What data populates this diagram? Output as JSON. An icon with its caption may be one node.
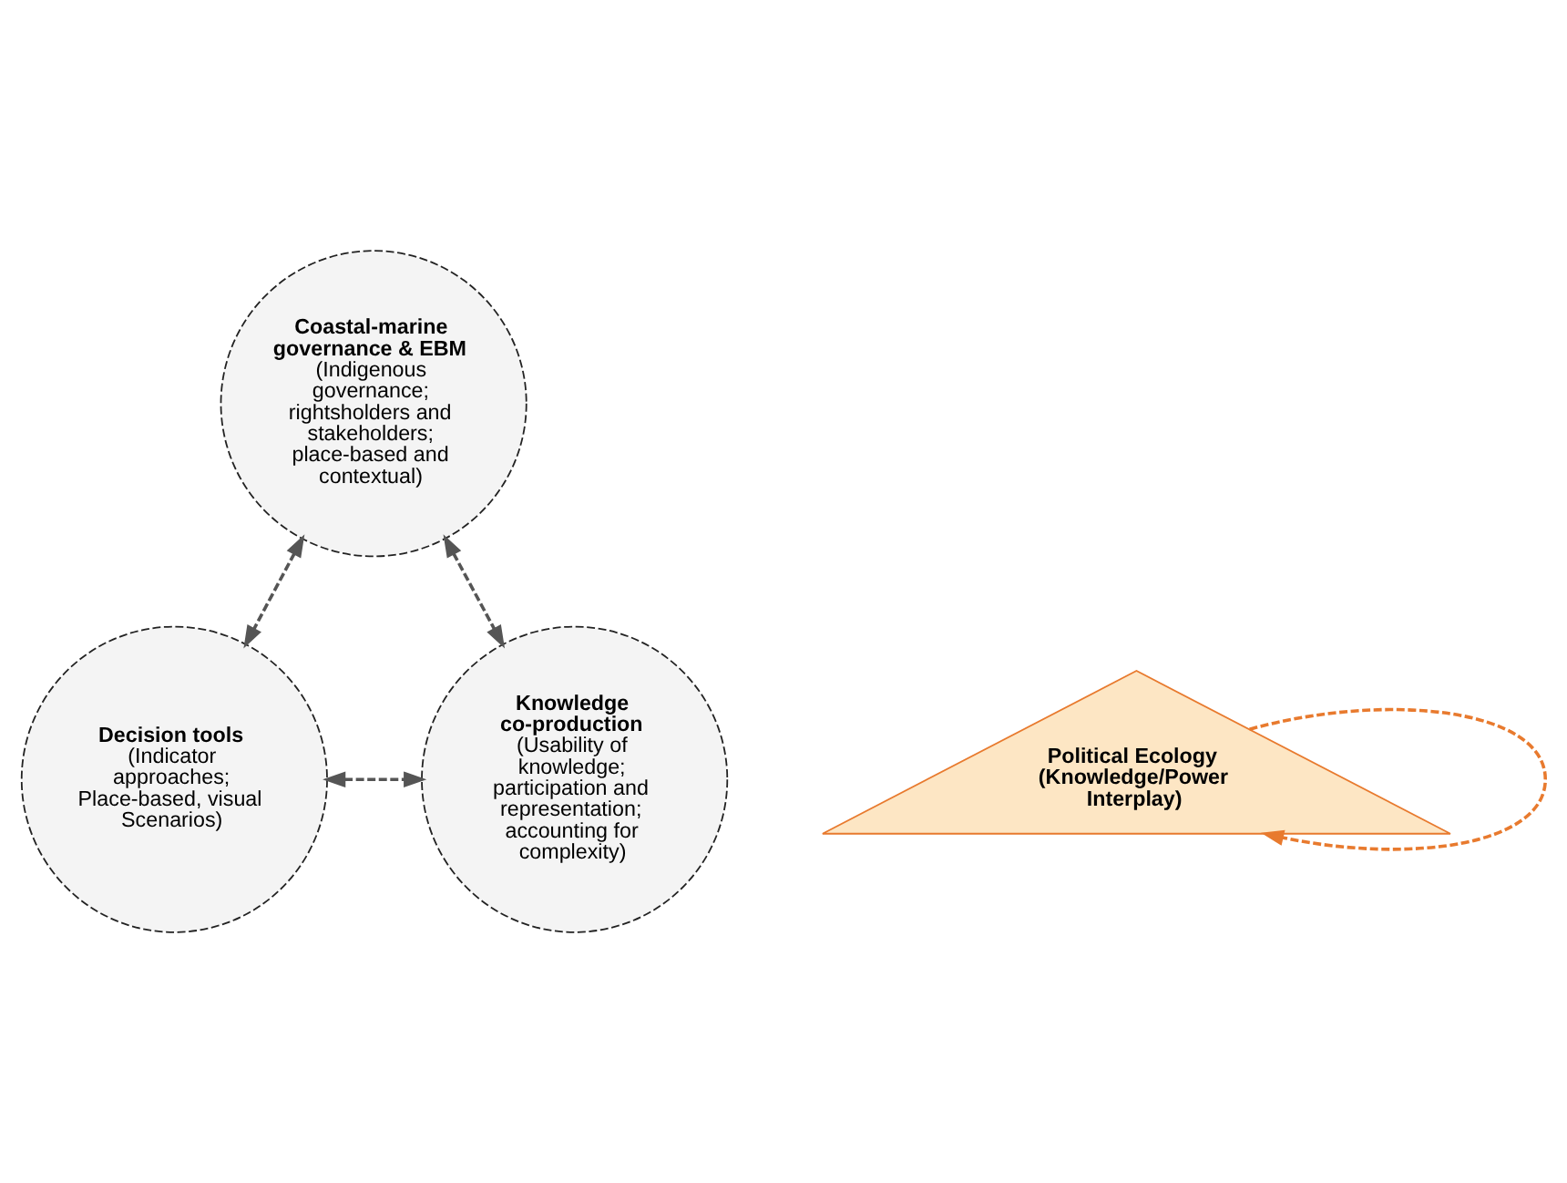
{
  "diagram": {
    "nodes": [
      {
        "text": [
          "Coastal-marine governance & EBM",
          "(Indigenous governance; rightsholders and stakeholders; place-based and contextual)"
        ]
      },
      {
        "text": [
          "Decision tools",
          "(Indicator approaches; Place-based, visual Scenarios)"
        ]
      },
      {
        "text": [
          "Political Ecology (Knowledge/Power Interplay)"
        ]
      },
      {
        "text": [
          "Knowledge co-production",
          "(Usability of knowledge; participation and representation; accounting for complexity)"
        ]
      }
    ],
    "edges": [
      {
        "from": 0,
        "to": 1,
        "arrow": "both",
        "style": "dashed"
      },
      {
        "from": 0,
        "to": 3,
        "arrow": "both",
        "style": "dashed"
      },
      {
        "from": 1,
        "to": 3,
        "arrow": "both",
        "style": "dashed"
      },
      {
        "from": 2,
        "to": 2,
        "arrow": "to",
        "style": "dashed",
        "color": "#e87a2e"
      }
    ]
  }
}
